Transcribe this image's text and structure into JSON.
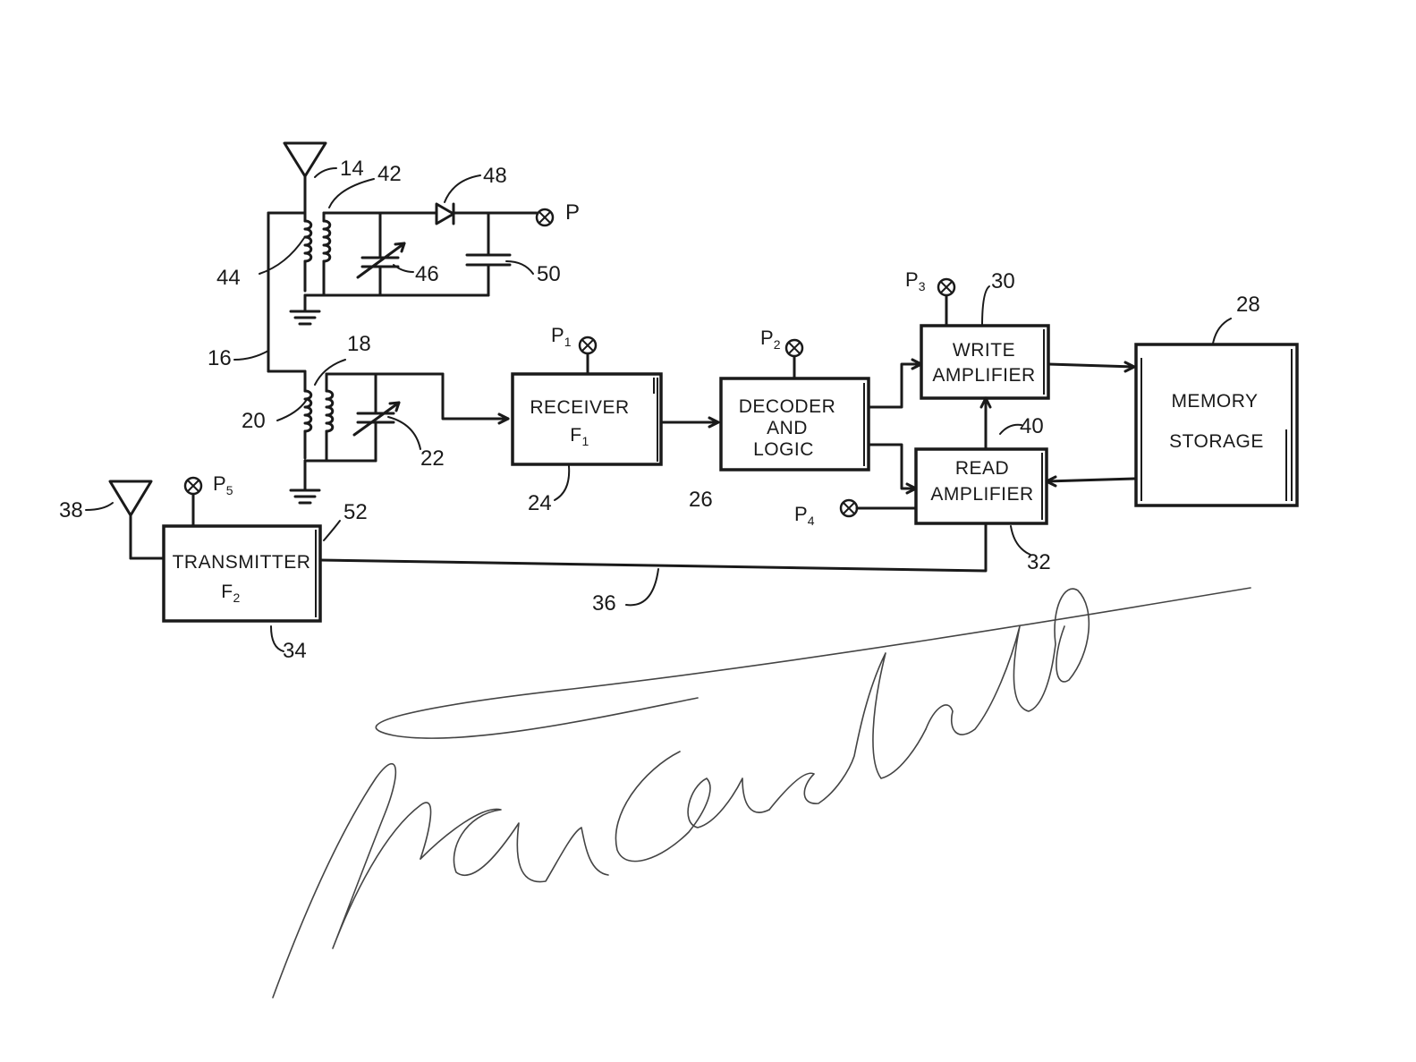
{
  "blocks": {
    "receiver": {
      "line1": "RECEIVER",
      "line2": "F",
      "sub": "1"
    },
    "decoder": {
      "line1": "DECODER",
      "line2": "AND",
      "line3": "LOGIC"
    },
    "write_amp": {
      "line1": "WRITE",
      "line2": "AMPLIFIER"
    },
    "read_amp": {
      "line1": "READ",
      "line2": "AMPLIFIER"
    },
    "memory": {
      "line1": "MEMORY",
      "line2": "STORAGE"
    },
    "transmitter": {
      "line1": "TRANSMITTER",
      "line2": "F",
      "sub": "2"
    }
  },
  "pins": {
    "p": "P",
    "p1": {
      "base": "P",
      "sub": "1"
    },
    "p2": {
      "base": "P",
      "sub": "2"
    },
    "p3": {
      "base": "P",
      "sub": "3"
    },
    "p4": {
      "base": "P",
      "sub": "4"
    },
    "p5": {
      "base": "P",
      "sub": "5"
    }
  },
  "refs": {
    "r14": "14",
    "r42": "42",
    "r48": "48",
    "r44": "44",
    "r46": "46",
    "r50": "50",
    "r16": "16",
    "r18": "18",
    "r20": "20",
    "r22": "22",
    "r24": "24",
    "r26": "26",
    "r28": "28",
    "r30": "30",
    "r32": "32",
    "r34": "34",
    "r36": "36",
    "r38": "38",
    "r40": "40",
    "r52": "52"
  },
  "colors": {
    "ink": "#1a1a1a",
    "signature": "#444444",
    "paper": "#ffffff"
  }
}
